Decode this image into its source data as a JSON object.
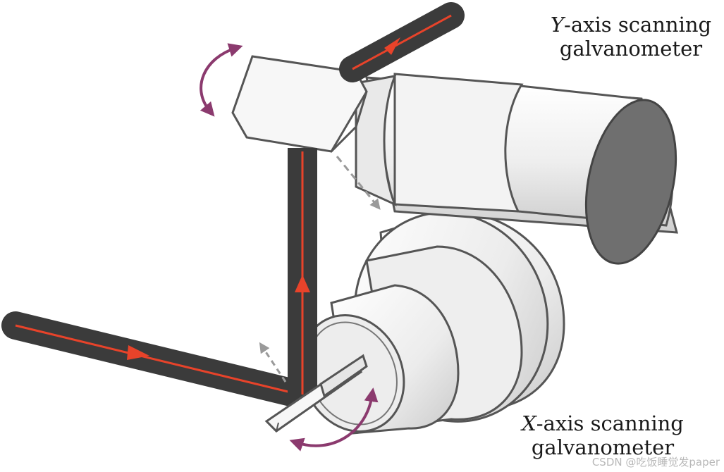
{
  "labels": {
    "y_axis": {
      "letter": "Y",
      "suffix": "-axis scanning",
      "line2": "galvanometer"
    },
    "x_axis": {
      "letter": "X",
      "suffix": "-axis scanning",
      "line2": "galvanometer"
    }
  },
  "watermark": "CSDN @吃饭睡觉发paper",
  "colors": {
    "beam": "#e8432a",
    "tube": "#3b3b3b",
    "rotation_arrow": "#8b3a6e",
    "body": "#f2f2f2",
    "outline": "#555555",
    "dashed_arrow": "#9a9a9a"
  }
}
